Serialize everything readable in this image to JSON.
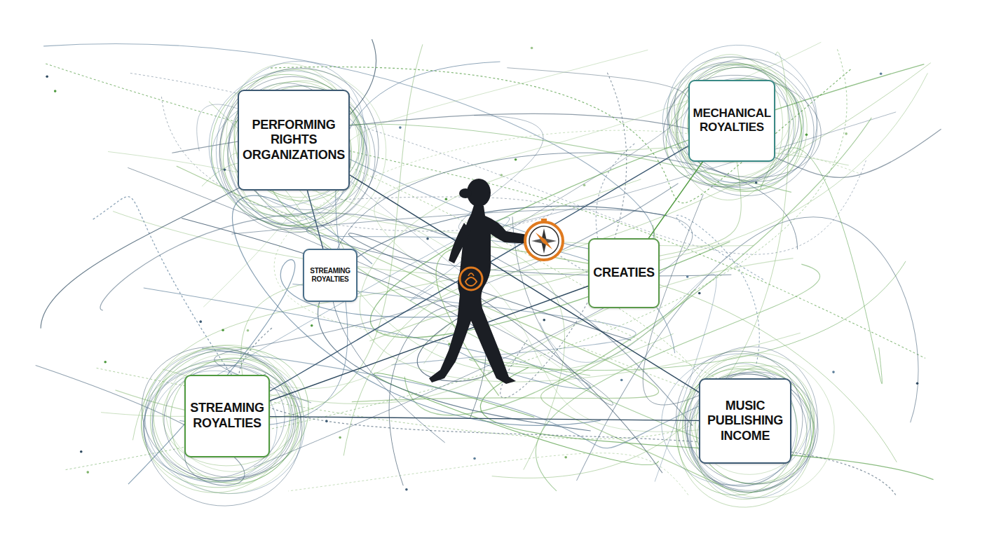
{
  "diagram": {
    "nodes": [
      {
        "text": [
          "PERFORMING RIGHTS ORGANIZATIONS"
        ]
      },
      {
        "text": [
          "MECHANICAL ROYALTIES"
        ]
      },
      {
        "text": [
          "STREAMING ROYALTIES"
        ]
      },
      {
        "text": [
          "CREATIES"
        ]
      },
      {
        "text": [
          "STREAMING ROYALTIES"
        ]
      },
      {
        "text": [
          "MUSIC PUBLISHING INCOME"
        ]
      }
    ],
    "edges": [
      {
        "from": 0,
        "to": 5,
        "arrow": "none"
      },
      {
        "from": 1,
        "to": 4,
        "arrow": "none"
      },
      {
        "from": 1,
        "to": 3,
        "arrow": "none"
      },
      {
        "from": 3,
        "to": 4,
        "arrow": "none"
      },
      {
        "from": 0,
        "to": 2,
        "arrow": "none"
      },
      {
        "from": 4,
        "to": 5,
        "arrow": "none"
      }
    ]
  }
}
